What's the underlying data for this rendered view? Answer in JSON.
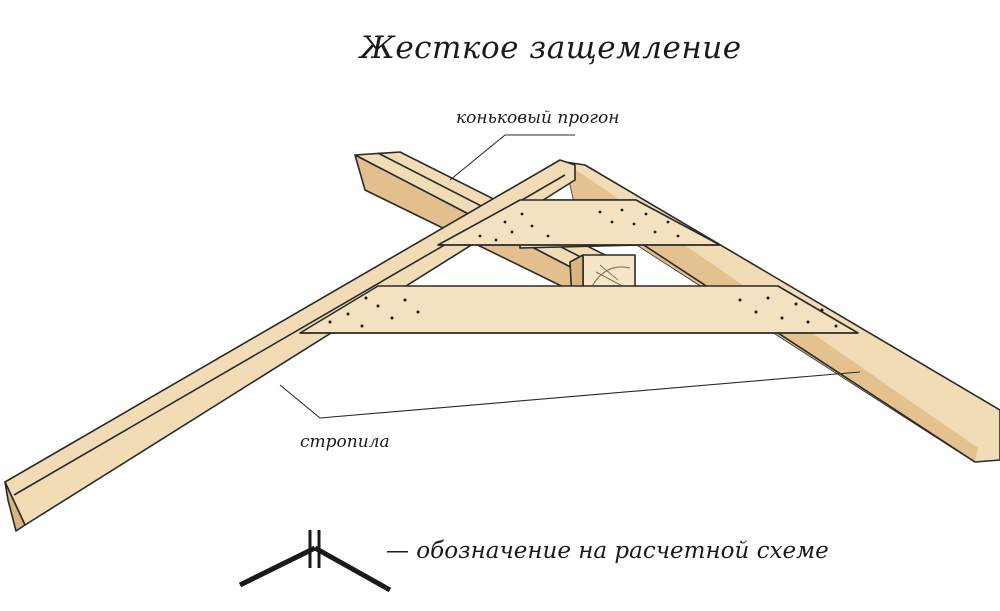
{
  "title": "Жесткое защемление",
  "labels": {
    "ridge_purlin": "коньковый прогон",
    "rafters": "стропила"
  },
  "legend": {
    "text": "— обозначение на расчетной схеме",
    "symbol_icon": "rigid-joint-symbol-icon"
  },
  "colors": {
    "wood_light": "#f3dfbb",
    "wood_mid": "#e8c898",
    "wood_dark": "#d2ab76",
    "outline": "#2a2a2a"
  }
}
